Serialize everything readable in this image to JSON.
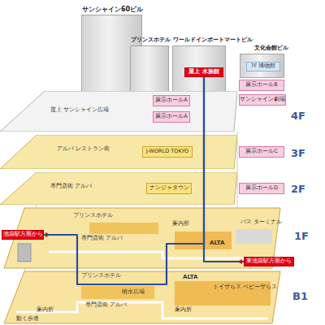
{
  "diagram": {
    "nodes": [
      {
        "text": [
          "サンシャイン60ビル"
        ]
      },
      {
        "text": [
          "プリンスホテル"
        ]
      },
      {
        "text": [
          "ワールドインポートマートビル"
        ]
      },
      {
        "text": [
          "屋上 水族館"
        ],
        "in": 2
      },
      {
        "text": [
          "文化会館ビル"
        ]
      },
      {
        "text": [
          "7F 博物館"
        ],
        "in": 4
      },
      {
        "text": [
          "展示ホールB"
        ]
      },
      {
        "text": [
          "サンシャイン劇場"
        ]
      },
      {
        "text": [
          "屋上 サンシャイン広場"
        ]
      },
      {
        "text": [
          "展示ホールA"
        ],
        "in": 8
      },
      {
        "text": [
          "展示ホールA"
        ],
        "in": 8
      },
      {
        "text": [
          "アルパ レストラン街"
        ]
      },
      {
        "text": [
          "J-WORLD TOKYO"
        ],
        "in": 11
      },
      {
        "text": [
          "展示ホールC"
        ]
      },
      {
        "text": [
          "専門店街 アルパ"
        ]
      },
      {
        "text": [
          "ナンジャタウン"
        ],
        "in": 14
      },
      {
        "text": [
          "展示ホールD"
        ]
      },
      {
        "text": [
          "池袋駅方面から"
        ]
      },
      {
        "text": [
          "東池袋駅方面から"
        ]
      }
    ],
    "edges": [
      {
        "from": 17,
        "to": 3,
        "arrow": "none"
      },
      {
        "from": 18,
        "to": 3,
        "arrow": "none"
      }
    ],
    "labels": [
      "4F",
      "3F",
      "2F",
      "1F",
      "B1",
      "プリンスホテル",
      "専門店街 アルパ",
      "案内所",
      "ALTA",
      "バス ターミナル",
      "プリンスホテル",
      "専門店街 アルパ",
      "噴水広場",
      "ALTA",
      "トイザらス ベビーザらス",
      "案内所",
      "案内所",
      "動く歩道"
    ]
  }
}
